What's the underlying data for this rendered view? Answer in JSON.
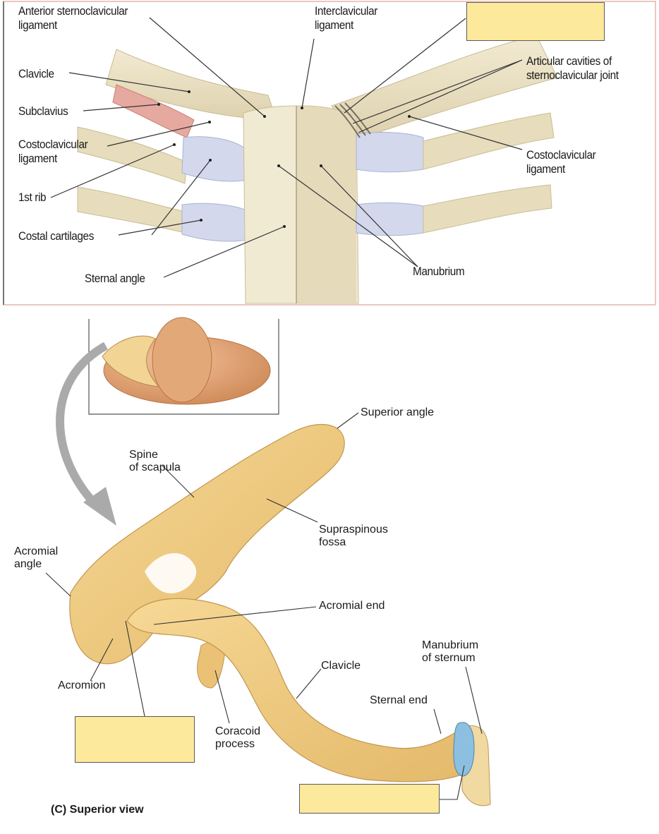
{
  "colors": {
    "page_background": "#ffffff",
    "top_panel_border": "#e3b6ac",
    "answer_box_fill": "#fde99c",
    "bone": "#e9dfc0",
    "cartilage": "#d3d8ec",
    "muscle": "#e6a9a0",
    "scapula_bone": "#f0cd84",
    "sternum_cartilage": "#8cbfe0",
    "skin": "#dea271",
    "leader_line": "#333333",
    "arrow": "#a9aaa9"
  },
  "top_panel": {
    "labels": {
      "anterior_sternoclavicular_ligament": "Anterior sternoclavicular\nligament",
      "clavicle": "Clavicle",
      "subclavius": "Subclavius",
      "costoclavicular_ligament_left": "Costoclavicular\nligament",
      "first_rib": "1st rib",
      "costal_cartilages": "Costal cartilages",
      "sternal_angle": "Sternal angle",
      "interclavicular_ligament": "Interclavicular\nligament",
      "articular_cavities": "Articular cavities of\nsternoclavicular joint",
      "costoclavicular_ligament_right": "Costoclavicular\nligament",
      "manubrium": "Manubrium"
    },
    "answer_box_text": ""
  },
  "bottom_panel": {
    "labels": {
      "superior_angle": "Superior angle",
      "spine_of_scapula": "Spine\nof scapula",
      "supraspinous_fossa": "Supraspinous\nfossa",
      "acromial_angle": "Acromial\nangle",
      "acromial_end": "Acromial end",
      "manubrium_of_sternum": "Manubrium\nof sternum",
      "clavicle": "Clavicle",
      "acromion": "Acromion",
      "sternal_end": "Sternal end",
      "coracoid_process": "Coracoid\nprocess",
      "view_caption": "(C) Superior view"
    },
    "answer_box_left_text": "",
    "answer_box_right_text": ""
  }
}
